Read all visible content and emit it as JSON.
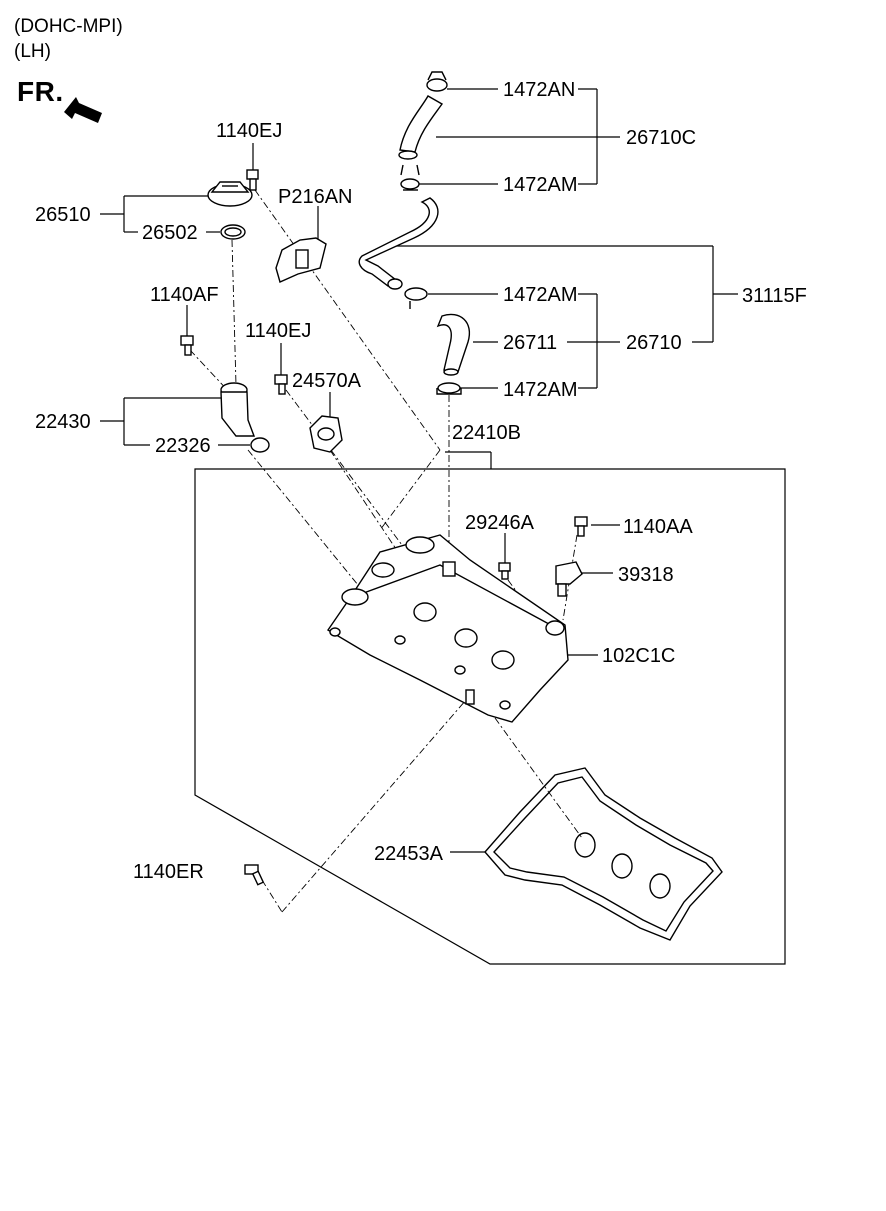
{
  "header": {
    "engine": "(DOHC-MPI)",
    "side": "(LH)",
    "front_marker": "FR."
  },
  "labels": {
    "p1472AN": "1472AN",
    "p26710C": "26710C",
    "p1472AM_a": "1472AM",
    "p1140EJ_a": "1140EJ",
    "pP216AN": "P216AN",
    "p26510": "26510",
    "p26502": "26502",
    "p31115F": "31115F",
    "p1472AM_b": "1472AM",
    "p1140AF": "1140AF",
    "p1140EJ_b": "1140EJ",
    "p26711": "26711",
    "p26710": "26710",
    "p24570A": "24570A",
    "p1472AM_c": "1472AM",
    "p22430": "22430",
    "p22410B": "22410B",
    "p22326": "22326",
    "p29246A": "29246A",
    "p1140AA": "1140AA",
    "p39318": "39318",
    "p102C1C": "102C1C",
    "p22453A": "22453A",
    "p1140ER": "1140ER"
  }
}
